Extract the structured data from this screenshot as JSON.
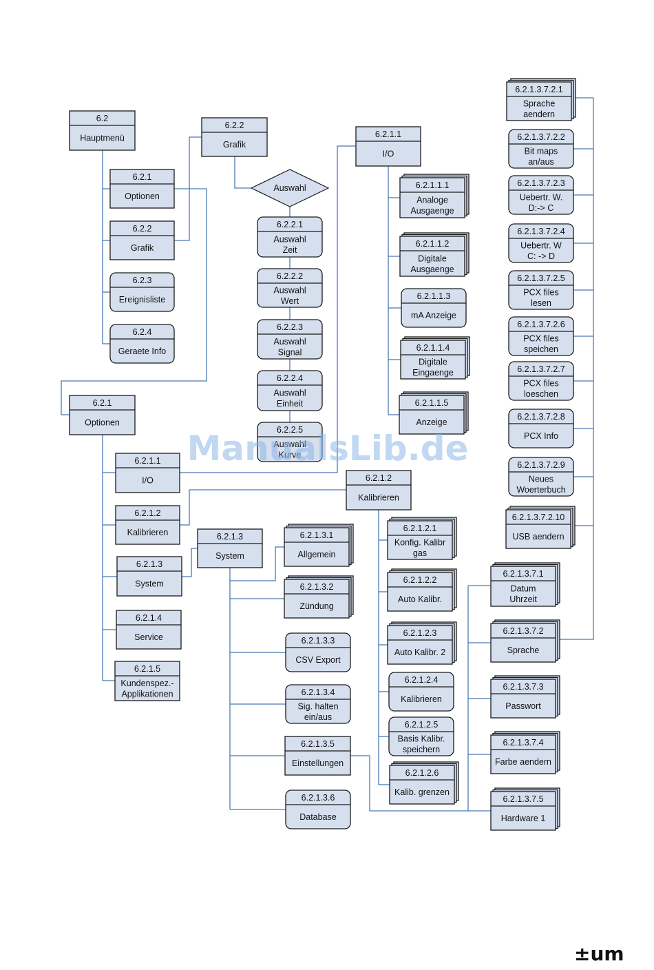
{
  "colors": {
    "box": "#d6dfee",
    "stroke": "#1a1a1a",
    "edge": "#4a78b5"
  },
  "decision_label": "Auswahl",
  "watermark": "ManualsLib.de",
  "logo_text": "±um",
  "nodes": [
    {
      "id": "n62",
      "num": "6.2",
      "label": [
        "Hauptmenü"
      ]
    },
    {
      "id": "n621a",
      "num": "6.2.1",
      "label": [
        "Optionen"
      ]
    },
    {
      "id": "n622a",
      "num": "6.2.2",
      "label": [
        "Grafik"
      ]
    },
    {
      "id": "n623",
      "num": "6.2.3",
      "label": [
        "Ereignisliste"
      ]
    },
    {
      "id": "n624",
      "num": "6.2.4",
      "label": [
        "Geraete Info"
      ]
    },
    {
      "id": "n622b",
      "num": "6.2.2",
      "label": [
        "Grafik"
      ]
    },
    {
      "id": "n6221",
      "num": "6.2.2.1",
      "label": [
        "Auswahl",
        "Zeit"
      ]
    },
    {
      "id": "n6222",
      "num": "6.2.2.2",
      "label": [
        "Auswahl",
        "Wert"
      ]
    },
    {
      "id": "n6223",
      "num": "6.2.2.3",
      "label": [
        "Auswahl",
        "Signal"
      ]
    },
    {
      "id": "n6224",
      "num": "6.2.2.4",
      "label": [
        "Auswahl",
        "Einheit"
      ]
    },
    {
      "id": "n6225",
      "num": "6.2.2.5",
      "label": [
        "Auswahl",
        "Kurve"
      ]
    },
    {
      "id": "n6211a",
      "num": "6.2.1.1",
      "label": [
        "I/O"
      ]
    },
    {
      "id": "n62111",
      "num": "6.2.1.1.1",
      "label": [
        "Analoge",
        "Ausgaenge"
      ]
    },
    {
      "id": "n62112",
      "num": "6.2.1.1.2",
      "label": [
        "Digitale",
        "Ausgaenge"
      ]
    },
    {
      "id": "n62113",
      "num": "6.2.1.1.3",
      "label": [
        "mA Anzeige"
      ]
    },
    {
      "id": "n62114",
      "num": "6.2.1.1.4",
      "label": [
        "Digitale",
        "Eingaenge"
      ]
    },
    {
      "id": "n62115",
      "num": "6.2.1.1.5",
      "label": [
        "Anzeige"
      ]
    },
    {
      "id": "n621b",
      "num": "6.2.1",
      "label": [
        "Optionen"
      ]
    },
    {
      "id": "n6211b",
      "num": "6.2.1.1",
      "label": [
        "I/O"
      ]
    },
    {
      "id": "n6212a",
      "num": "6.2.1.2",
      "label": [
        "Kalibrieren"
      ]
    },
    {
      "id": "n6213a",
      "num": "6.2.1.3",
      "label": [
        "System"
      ]
    },
    {
      "id": "n6214",
      "num": "6.2.1.4",
      "label": [
        "Service"
      ]
    },
    {
      "id": "n6215",
      "num": "6.2.1.5",
      "label": [
        "Kundenspez.-",
        "Applikationen"
      ]
    },
    {
      "id": "n6212b",
      "num": "6.2.1.2",
      "label": [
        "Kalibrieren"
      ]
    },
    {
      "id": "n62121",
      "num": "6.2.1.2.1",
      "label": [
        "Konfig. Kalibr",
        "gas"
      ]
    },
    {
      "id": "n62122",
      "num": "6.2.1.2.2",
      "label": [
        "Auto Kalibr."
      ]
    },
    {
      "id": "n62123",
      "num": "6.2.1.2.3",
      "label": [
        "Auto Kalibr. 2"
      ]
    },
    {
      "id": "n62124",
      "num": "6.2.1.2.4",
      "label": [
        "Kalibrieren"
      ]
    },
    {
      "id": "n62125",
      "num": "6.2.1.2.5",
      "label": [
        "Basis Kalibr.",
        "speichern"
      ]
    },
    {
      "id": "n62126",
      "num": "6.2.1.2.6",
      "label": [
        "Kalib. grenzen"
      ]
    },
    {
      "id": "n6213b",
      "num": "6.2.1.3",
      "label": [
        "System"
      ]
    },
    {
      "id": "n62131",
      "num": "6.2.1.3.1",
      "label": [
        "Allgemein"
      ]
    },
    {
      "id": "n62132",
      "num": "6.2.1.3.2",
      "label": [
        "Zündung"
      ]
    },
    {
      "id": "n62133",
      "num": "6.2.1.3.3",
      "label": [
        "CSV Export"
      ]
    },
    {
      "id": "n62134",
      "num": "6.2.1.3.4",
      "label": [
        "Sig. halten",
        "ein/aus"
      ]
    },
    {
      "id": "n62135",
      "num": "6.2.1.3.5",
      "label": [
        "Einstellungen"
      ]
    },
    {
      "id": "n62136",
      "num": "6.2.1.3.6",
      "label": [
        "Database"
      ]
    },
    {
      "id": "n621371",
      "num": "6.2.1.3.7.1",
      "label": [
        "Datum",
        "Uhrzeit"
      ]
    },
    {
      "id": "n621372",
      "num": "6.2.1.3.7.2",
      "label": [
        "Sprache"
      ]
    },
    {
      "id": "n621373",
      "num": "6.2.1.3.7.3",
      "label": [
        "Passwort"
      ]
    },
    {
      "id": "n621374",
      "num": "6.2.1.3.7.4",
      "label": [
        "Farbe aendern"
      ]
    },
    {
      "id": "n621375",
      "num": "6.2.1.3.7.5",
      "label": [
        "Hardware 1"
      ]
    },
    {
      "id": "n6213721",
      "num": "6.2.1.3.7.2.1",
      "label": [
        "Sprache",
        "aendern"
      ]
    },
    {
      "id": "n6213722",
      "num": "6.2.1.3.7.2.2",
      "label": [
        "Bit maps",
        "an/aus"
      ]
    },
    {
      "id": "n6213723",
      "num": "6.2.1.3.7.2.3",
      "label": [
        "Uebertr. W.",
        "D:-> C"
      ]
    },
    {
      "id": "n6213724",
      "num": "6.2.1.3.7.2.4",
      "label": [
        "Uebertr. W",
        "C: -> D"
      ]
    },
    {
      "id": "n6213725",
      "num": "6.2.1.3.7.2.5",
      "label": [
        "PCX files",
        "lesen"
      ]
    },
    {
      "id": "n6213726",
      "num": "6.2.1.3.7.2.6",
      "label": [
        "PCX files",
        "speichen"
      ]
    },
    {
      "id": "n6213727",
      "num": "6.2.1.3.7.2.7",
      "label": [
        "PCX files",
        "loeschen"
      ]
    },
    {
      "id": "n6213728",
      "num": "6.2.1.3.7.2.8",
      "label": [
        "PCX Info"
      ]
    },
    {
      "id": "n6213729",
      "num": "6.2.1.3.7.2.9",
      "label": [
        "Neues",
        "Woerterbuch"
      ]
    },
    {
      "id": "n62137210",
      "num": "6.2.1.3.7.2.10",
      "label": [
        "USB aendern"
      ]
    }
  ]
}
